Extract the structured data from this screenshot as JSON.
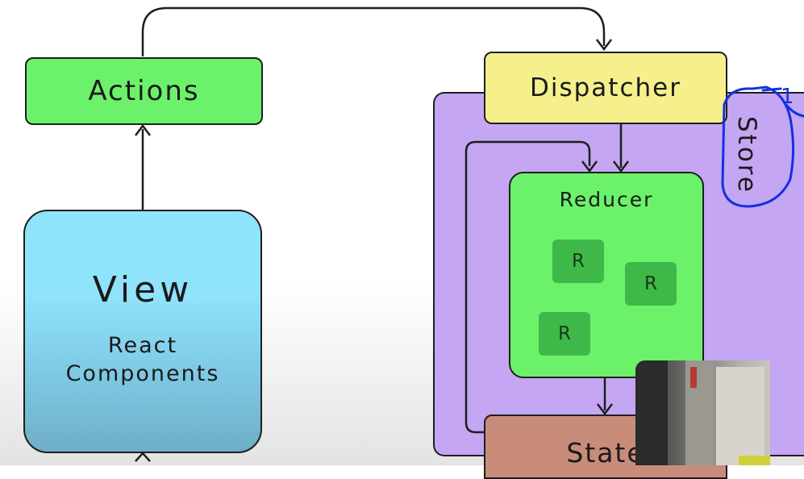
{
  "diagram": {
    "actions_label": "Actions",
    "dispatcher_label": "Dispatcher",
    "view_title": "View",
    "view_subtitle_line1": "React",
    "view_subtitle_line2": "Components",
    "store_label": "Store",
    "reducer_label": "Reducer",
    "reducer_chips": [
      "R",
      "R",
      "R"
    ],
    "state_label": "State",
    "annotation_text": "1"
  },
  "colors": {
    "actions": "#6cf26a",
    "dispatcher": "#f5f08c",
    "view": "#8fe3fb",
    "store": "#c4a6f2",
    "reducer": "#6cf26a",
    "reducer_chip": "#3fb84a",
    "state": "#c98c7a",
    "annotation_ink": "#1430e0"
  }
}
